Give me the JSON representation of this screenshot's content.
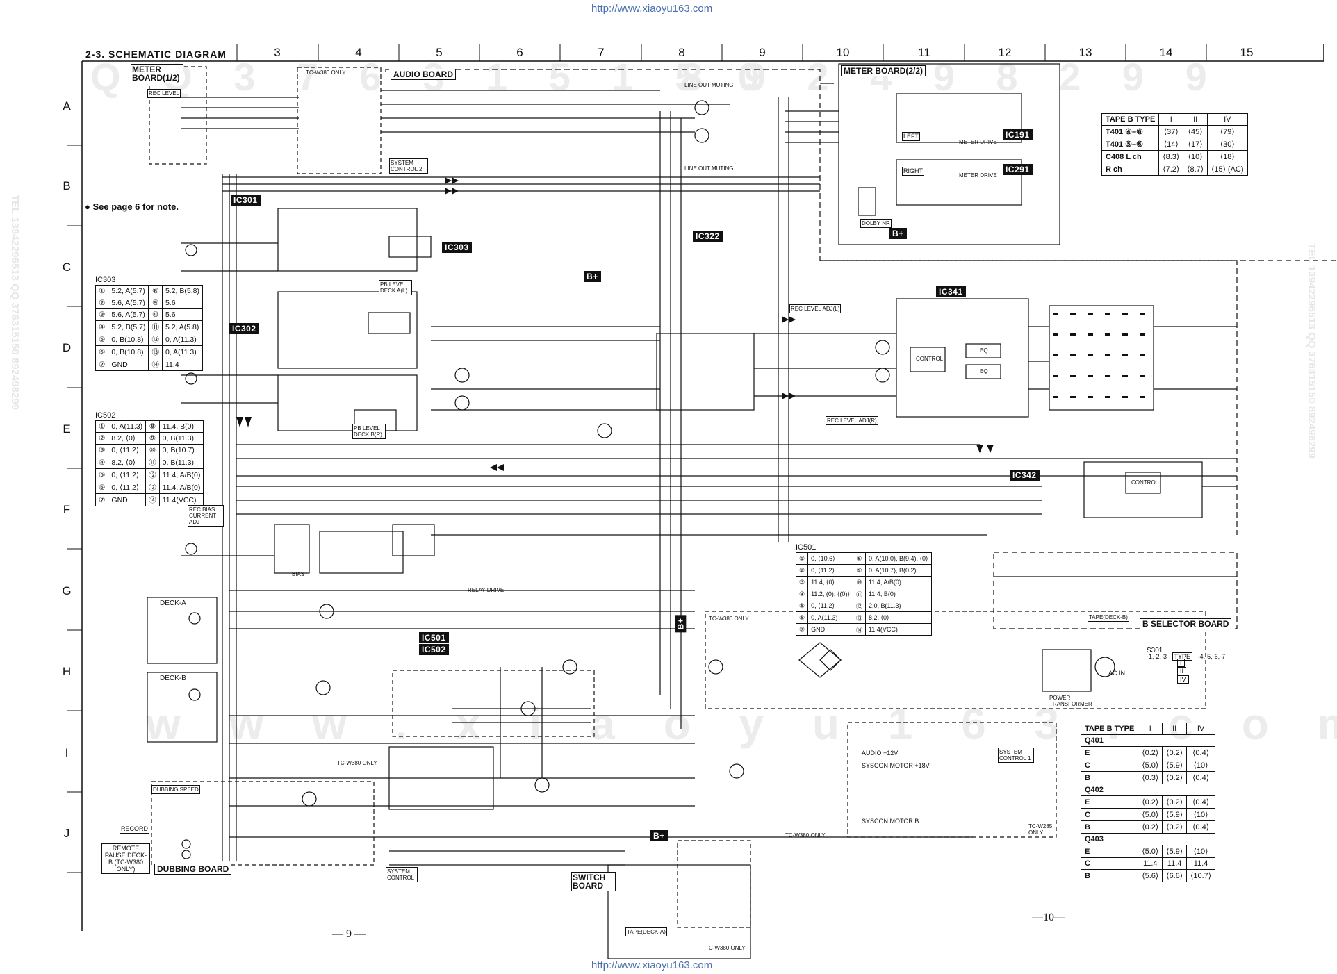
{
  "watermark_url": "http://www.xiaoyu163.com",
  "section_title": "2-3. SCHEMATIC DIAGRAM",
  "column_numbers": [
    "3",
    "4",
    "5",
    "6",
    "7",
    "8",
    "9",
    "10",
    "11",
    "12",
    "13",
    "14",
    "15"
  ],
  "row_letters": [
    "A",
    "B",
    "C",
    "D",
    "E",
    "F",
    "G",
    "H",
    "I",
    "J"
  ],
  "note": "See page 6 for note.",
  "page_numbers": {
    "left": "— 9 —",
    "right": "—10—"
  },
  "boards": {
    "meter1": "METER BOARD(1/2)",
    "audio": "AUDIO BOARD",
    "meter2": "METER BOARD(2/2)",
    "dubbing": "DUBBING BOARD",
    "switch": "SWITCH BOARD",
    "bselector": "B SELECTOR BOARD"
  },
  "ic_labels": {
    "ic301": "IC301",
    "ic302": "IC302",
    "ic303": "IC303",
    "ic322": "IC322",
    "ic341": "IC341",
    "ic342": "IC342",
    "ic501": "IC501",
    "ic502": "IC502",
    "ic191": "IC191",
    "ic291": "IC291"
  },
  "bplus": "B+",
  "labels": {
    "deck_a": "DECK-A",
    "deck_b": "DECK-B",
    "system_control_2": "SYSTEM CONTROL 2",
    "system_control_1": "SYSTEM CONTROL 1",
    "system_control": "SYSTEM CONTROL",
    "tc_w380_only": "TC-W380 ONLY",
    "tc_w285_only": "TC-W285 ONLY",
    "power_transformer": "POWER TRANSFORMER",
    "ac_in": "AC IN",
    "dubbing_speed": "DUBBING SPEED",
    "remote_pause": "REMOTE PAUSE DECK-B (TC-W380 ONLY)",
    "record": "RECORD",
    "tape_deck_a": "TAPE(DECK-A)",
    "tape_deck_b": "TAPE(DECK-B)",
    "rec_level": "REC LEVEL",
    "rec_bias": "REC BIAS CURRENT ADJ",
    "dolby_nr": "DOLBY NR",
    "left": "LEFT",
    "right": "RIGHT",
    "meter_drive": "METER DRIVE",
    "audio_12v": "AUDIO +12V",
    "syscon_18v": "SYSCON MOTOR +18V",
    "syscon_b": "SYSCON MOTOR B",
    "line_out_muting": "LINE OUT MUTING",
    "rec_level_adj_l": "REC LEVEL ADJ(L)",
    "rec_level_adj_r": "REC LEVEL ADJ(R)",
    "pb_level_deck_a": "PB LEVEL DECK A(L)",
    "pb_level_deck_b": "PB LEVEL DECK B(R)",
    "bias": "BIAS",
    "relay_drive": "RELAY DRIVE",
    "control": "CONTROL",
    "eq": "EQ"
  },
  "ic303_table": {
    "title": "IC303",
    "rows": [
      [
        "①",
        "5.2, A(5.7)",
        "⑧",
        "5.2, B(5.8)"
      ],
      [
        "②",
        "5.6, A(5.7)",
        "⑨",
        "5.6"
      ],
      [
        "③",
        "5.6, A(5.7)",
        "⑩",
        "5.6"
      ],
      [
        "④",
        "5.2, B(5.7)",
        "⑪",
        "5.2, A(5.8)"
      ],
      [
        "⑤",
        "0, B(10.8)",
        "⑫",
        "0, A(11.3)"
      ],
      [
        "⑥",
        "0, B(10.8)",
        "⑬",
        "0, A(11.3)"
      ],
      [
        "⑦",
        "GND",
        "⑭",
        "11.4"
      ]
    ]
  },
  "ic502_table": {
    "title": "IC502",
    "rows": [
      [
        "①",
        "0, A(11.3)",
        "⑧",
        "11.4, B(0)"
      ],
      [
        "②",
        "8.2, ⟨0⟩",
        "⑨",
        "0, B(11.3)"
      ],
      [
        "③",
        "0, ⟨11.2⟩",
        "⑩",
        "0, B(10.7)"
      ],
      [
        "④",
        "8.2, ⟨0⟩",
        "⑪",
        "0, B(11.3)"
      ],
      [
        "⑤",
        "0, ⟨11.2⟩",
        "⑫",
        "11.4, A/B(0)"
      ],
      [
        "⑥",
        "0, ⟨11.2⟩",
        "⑬",
        "11.4, A/B(0)"
      ],
      [
        "⑦",
        "GND",
        "⑭",
        "11.4(VCC)"
      ]
    ]
  },
  "ic501_table": {
    "title": "IC501",
    "rows": [
      [
        "①",
        "0, ⟨10.6⟩",
        "⑧",
        "0, A(10.0), B(9.4), ⟨0⟩"
      ],
      [
        "②",
        "0, ⟨11.2⟩",
        "⑨",
        "0, A(10.7), B(0.2)"
      ],
      [
        "③",
        "11.4, ⟨0⟩",
        "⑩",
        "11.4, A/B(0)"
      ],
      [
        "④",
        "11.2, (0), ⟨(0)⟩",
        "⑪",
        "11.4, B(0)"
      ],
      [
        "⑤",
        "0, ⟨11.2⟩",
        "⑫",
        "2.0, B(11.3)"
      ],
      [
        "⑥",
        "0, A(11.3)",
        "⑬",
        "8.2, ⟨0⟩"
      ],
      [
        "⑦",
        "GND",
        "⑭",
        "11.4(VCC)"
      ]
    ]
  },
  "tape_b_table_top": {
    "header": [
      "TAPE B TYPE",
      "I",
      "II",
      "IV"
    ],
    "rows": [
      [
        "T401 ④–⑥",
        "⟨37⟩",
        "⟨45⟩",
        "⟨79⟩"
      ],
      [
        "T401 ⑤–⑥",
        "⟨14⟩",
        "⟨17⟩",
        "⟨30⟩"
      ],
      [
        "C408 L ch",
        "⟨8.3⟩",
        "⟨10⟩",
        "⟨18⟩"
      ],
      [
        "R ch",
        "⟨7.2⟩",
        "⟨8.7⟩",
        "⟨15⟩ (AC)"
      ]
    ]
  },
  "tape_b_table_bottom": {
    "header": [
      "TAPE B TYPE",
      "I",
      "II",
      "IV"
    ],
    "groups": [
      {
        "name": "Q401",
        "rows": [
          [
            "E",
            "⟨0.2⟩",
            "⟨0.2⟩",
            "⟨0.4⟩"
          ],
          [
            "C",
            "⟨5.0⟩",
            "⟨5.9⟩",
            "⟨10⟩"
          ],
          [
            "B",
            "⟨0.3⟩",
            "⟨0.2⟩",
            "⟨0.4⟩"
          ]
        ]
      },
      {
        "name": "Q402",
        "rows": [
          [
            "E",
            "⟨0.2⟩",
            "⟨0.2⟩",
            "⟨0.4⟩"
          ],
          [
            "C",
            "⟨5.0⟩",
            "⟨5.9⟩",
            "⟨10⟩"
          ],
          [
            "B",
            "⟨0.2⟩",
            "⟨0.2⟩",
            "⟨0.4⟩"
          ]
        ]
      },
      {
        "name": "Q403",
        "rows": [
          [
            "E",
            "⟨5.0⟩",
            "⟨5.9⟩",
            "⟨10⟩"
          ],
          [
            "C",
            "11.4",
            "11.4",
            "11.4"
          ],
          [
            "B",
            "⟨5.6⟩",
            "⟨6.6⟩",
            "⟨10.7⟩"
          ]
        ]
      }
    ]
  },
  "s301_label": "S301",
  "s301_header": [
    "-1,-2,-3",
    "TYPE",
    "-4,-5,-6,-7"
  ],
  "s301_rows": [
    "I",
    "II",
    "IV"
  ]
}
